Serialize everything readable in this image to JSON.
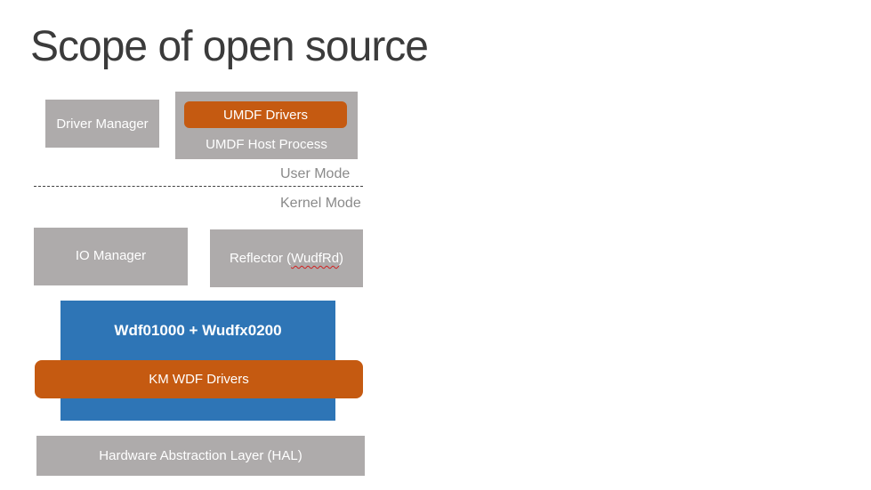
{
  "title": "Scope of open source",
  "user_mode_label": "User Mode",
  "kernel_mode_label": "Kernel Mode",
  "boxes": {
    "driver_manager": "Driver Manager",
    "umdf_drivers": "UMDF Drivers",
    "umdf_host_process": "UMDF Host Process",
    "io_manager": "IO Manager",
    "reflector_prefix": "Reflector (",
    "reflector_name": "WudfRd",
    "reflector_suffix": ")",
    "wdf_framework": "Wdf01000 + Wudfx0200",
    "km_wdf_drivers": "KM WDF Drivers",
    "hal": "Hardware Abstraction Layer (HAL)"
  },
  "colors": {
    "gray": "#aeabab",
    "orange": "#c55a11",
    "blue": "#2e75b6",
    "title": "#3b3b3b",
    "mode_label": "#8a8a8a"
  }
}
